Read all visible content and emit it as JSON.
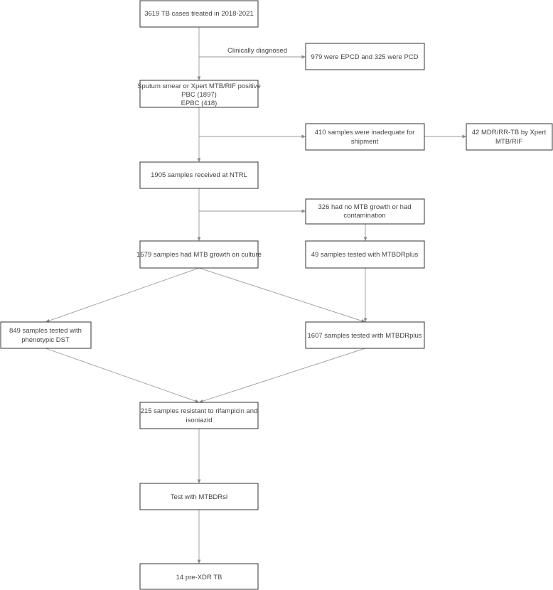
{
  "nodes": {
    "total": {
      "lines": [
        "3619 TB cases treated in 2018-2021"
      ]
    },
    "clinical": {
      "lines": [
        "979 were EPCD and 325 were PCD"
      ]
    },
    "positive": {
      "lines": [
        "Sputum smear or Xpert MTB/RIF positive",
        "PBC (1897)",
        "EPBC (418)"
      ]
    },
    "inadequate": {
      "lines": [
        "410 samples were inadequate for",
        "shipment"
      ]
    },
    "mdr_xpert": {
      "lines": [
        "42 MDR/RR-TB by Xpert",
        "MTB/RIF"
      ]
    },
    "received": {
      "lines": [
        "1905 samples received at NTRL"
      ]
    },
    "no_growth": {
      "lines": [
        "326 had no MTB growth or had",
        "contamination"
      ]
    },
    "growth": {
      "lines": [
        "1579 samples had MTB growth on culture"
      ]
    },
    "mtbdr49": {
      "lines": [
        "49 samples tested with MTBDRplus"
      ]
    },
    "pdst": {
      "lines": [
        "849 samples tested with",
        "phenotypic DST"
      ]
    },
    "mtbdr1607": {
      "lines": [
        "1607 samples tested with MTBDRplus"
      ]
    },
    "resistant": {
      "lines": [
        "215 samples resistant to rifampicin and",
        "isoniazid"
      ]
    },
    "test_sl": {
      "lines": [
        "Test with MTBDRsl"
      ]
    },
    "prexdr": {
      "lines": [
        "14 pre-XDR TB"
      ]
    }
  },
  "edge_labels": {
    "clinically_diagnosed": "Clinically diagnosed"
  }
}
